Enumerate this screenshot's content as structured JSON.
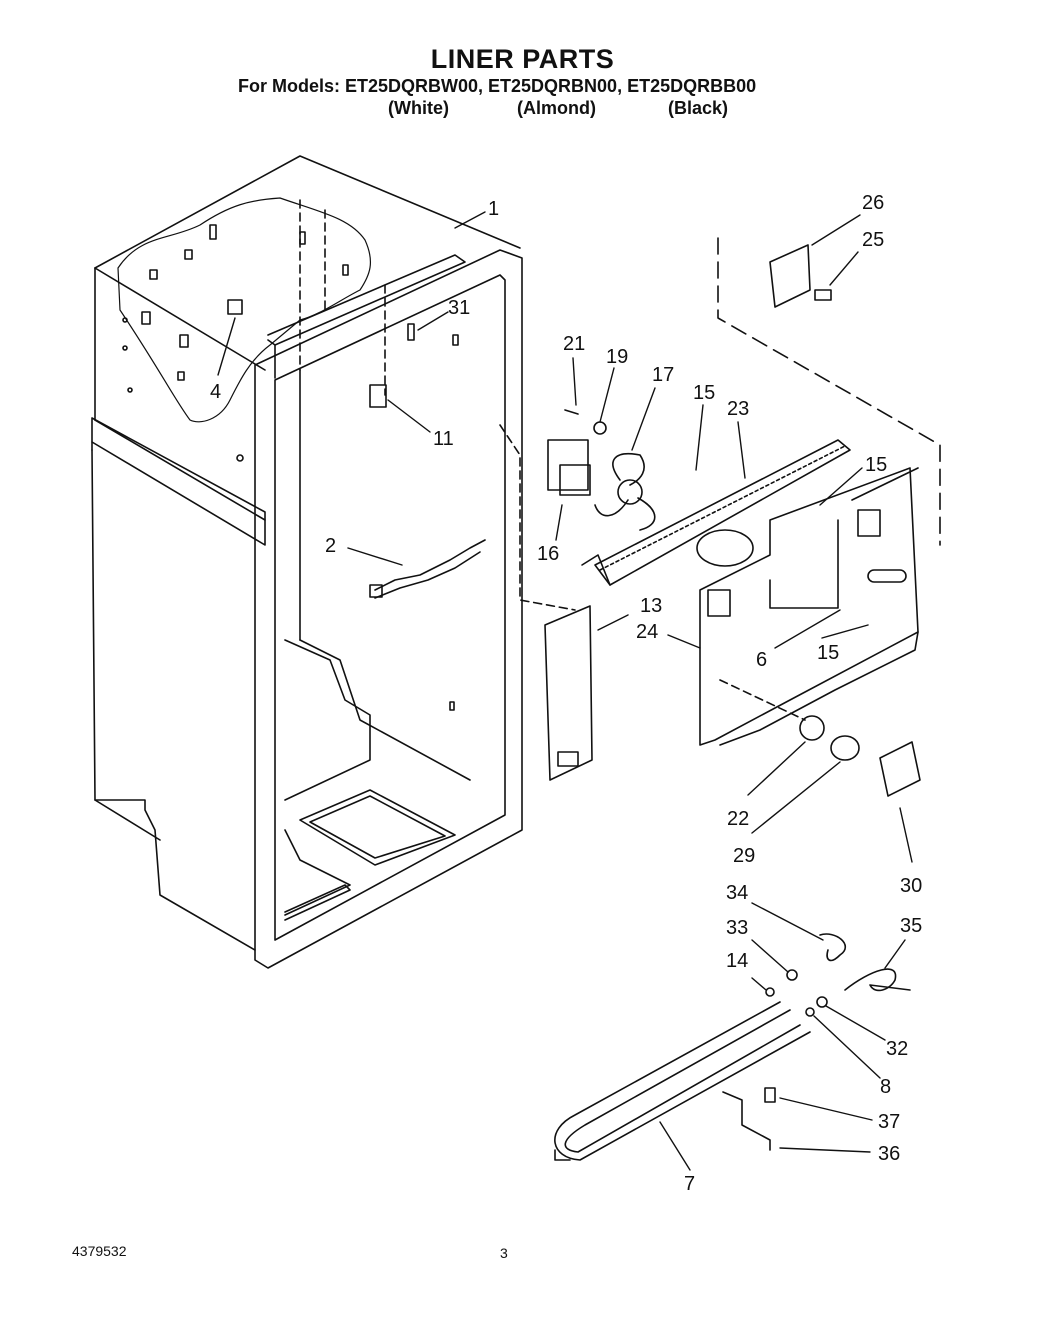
{
  "header": {
    "title": "LINER PARTS",
    "models_line": "For Models: ET25DQRBW00, ET25DQRBN00, ET25DQRBB00",
    "variants": [
      "(White)",
      "(Almond)",
      "(Black)"
    ]
  },
  "callouts": [
    "1",
    "2",
    "4",
    "31",
    "11",
    "21",
    "19",
    "17",
    "16",
    "15",
    "23",
    "15",
    "13",
    "24",
    "6",
    "15",
    "26",
    "25",
    "22",
    "29",
    "30",
    "34",
    "33",
    "35",
    "14",
    "32",
    "8",
    "37",
    "36",
    "7"
  ],
  "footer": {
    "doc_number": "4379532",
    "page_number": "3"
  }
}
